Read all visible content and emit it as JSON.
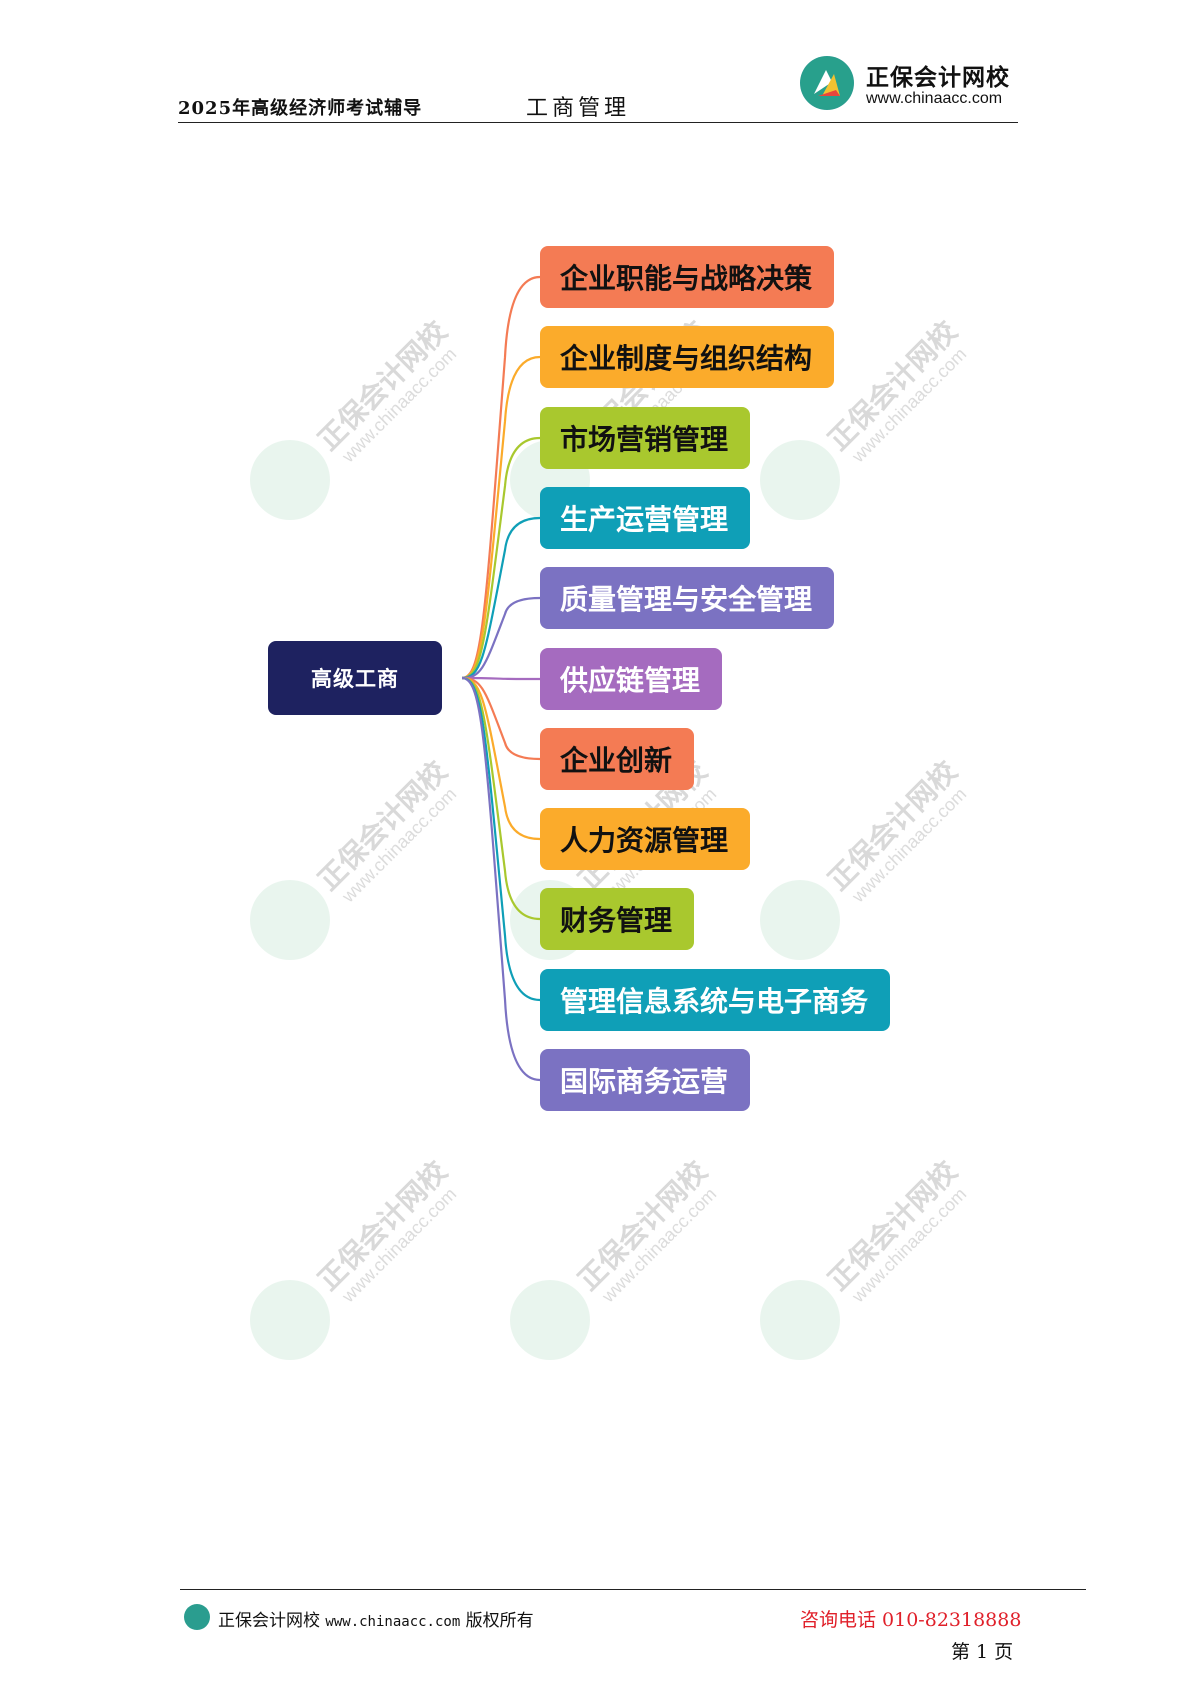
{
  "header": {
    "exam_title": "2025年高级经济师考试辅导",
    "subject": "工商管理",
    "logo_name": "正保会计网校",
    "logo_url": "www.chinaacc.com",
    "logo_icon": "chinaacc-logo-icon"
  },
  "watermark": {
    "name": "正保会计网校",
    "url": "www.chinaacc.com"
  },
  "mindmap": {
    "root": "高级工商",
    "branches": [
      {
        "label": "企业职能与战略决策",
        "color": "#f47b54",
        "light": false
      },
      {
        "label": "企业制度与组织结构",
        "color": "#fbab2b",
        "light": false
      },
      {
        "label": "市场营销管理",
        "color": "#a9c82e",
        "light": false
      },
      {
        "label": "生产运营管理",
        "color": "#0f9fb7",
        "light": true
      },
      {
        "label": "质量管理与安全管理",
        "color": "#7b72c2",
        "light": true
      },
      {
        "label": "供应链管理",
        "color": "#a56bbf",
        "light": true
      },
      {
        "label": "企业创新",
        "color": "#f47b54",
        "light": false
      },
      {
        "label": "人力资源管理",
        "color": "#fbab2b",
        "light": false
      },
      {
        "label": "财务管理",
        "color": "#a9c82e",
        "light": false
      },
      {
        "label": "管理信息系统与电子商务",
        "color": "#0f9fb7",
        "light": true
      },
      {
        "label": "国际商务运营",
        "color": "#7b72c2",
        "light": true
      }
    ]
  },
  "footer": {
    "org": "正保会计网校",
    "site": "www.chinaacc.com",
    "rights": "版权所有",
    "phone": "咨询电话 010-82318888",
    "page": "第 1 页"
  }
}
